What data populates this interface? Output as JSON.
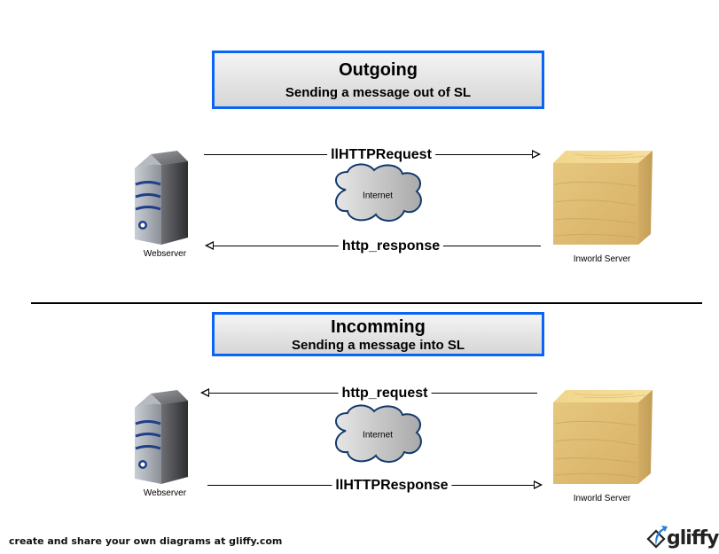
{
  "sections": [
    {
      "id": "outgoing",
      "title": "Outgoing",
      "subtitle": "Sending a message out of SL",
      "top_arrow": {
        "label": "llHTTPRequest",
        "direction": "right"
      },
      "bottom_arrow": {
        "label": "http_response",
        "direction": "left"
      },
      "left_node": {
        "label": "Webserver",
        "icon": "server-icon"
      },
      "right_node": {
        "label": "Inworld Server",
        "icon": "wooden-cube-icon"
      },
      "cloud": {
        "label": "Internet",
        "icon": "cloud-icon"
      }
    },
    {
      "id": "incoming",
      "title": "Incomming",
      "subtitle": "Sending a message into SL",
      "top_arrow": {
        "label": "http_request",
        "direction": "left"
      },
      "bottom_arrow": {
        "label": "llHTTPResponse",
        "direction": "right"
      },
      "left_node": {
        "label": "Webserver",
        "icon": "server-icon"
      },
      "right_node": {
        "label": "Inworld Server",
        "icon": "wooden-cube-icon"
      },
      "cloud": {
        "label": "Internet",
        "icon": "cloud-icon"
      }
    }
  ],
  "footer": {
    "text": "create and share your own diagrams at gliffy.com",
    "logo_text": "gliffy",
    "logo_icon": "gliffy-logo-icon"
  },
  "colors": {
    "title_border": "#0a64f5",
    "server_stripe": "#1e3f8a",
    "cloud_stroke": "#123a6b",
    "wood": "#e3c27a"
  }
}
